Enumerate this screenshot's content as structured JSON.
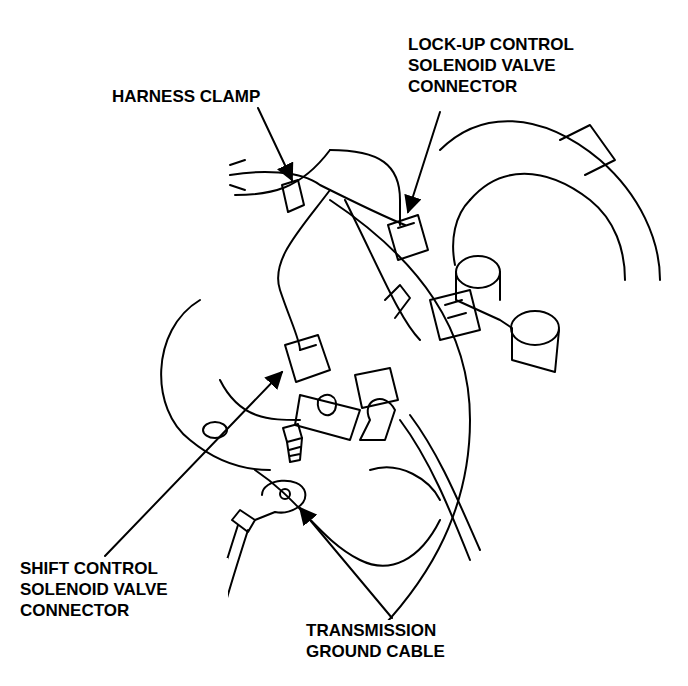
{
  "diagram": {
    "labels": [
      "HARNESS CLAMP",
      "LOCK-UP CONTROL SOLENOID VALVE CONNECTOR",
      "SHIFT CONTROL SOLENOID VALVE CONNECTOR",
      "TRANSMISSION GROUND CABLE"
    ]
  }
}
